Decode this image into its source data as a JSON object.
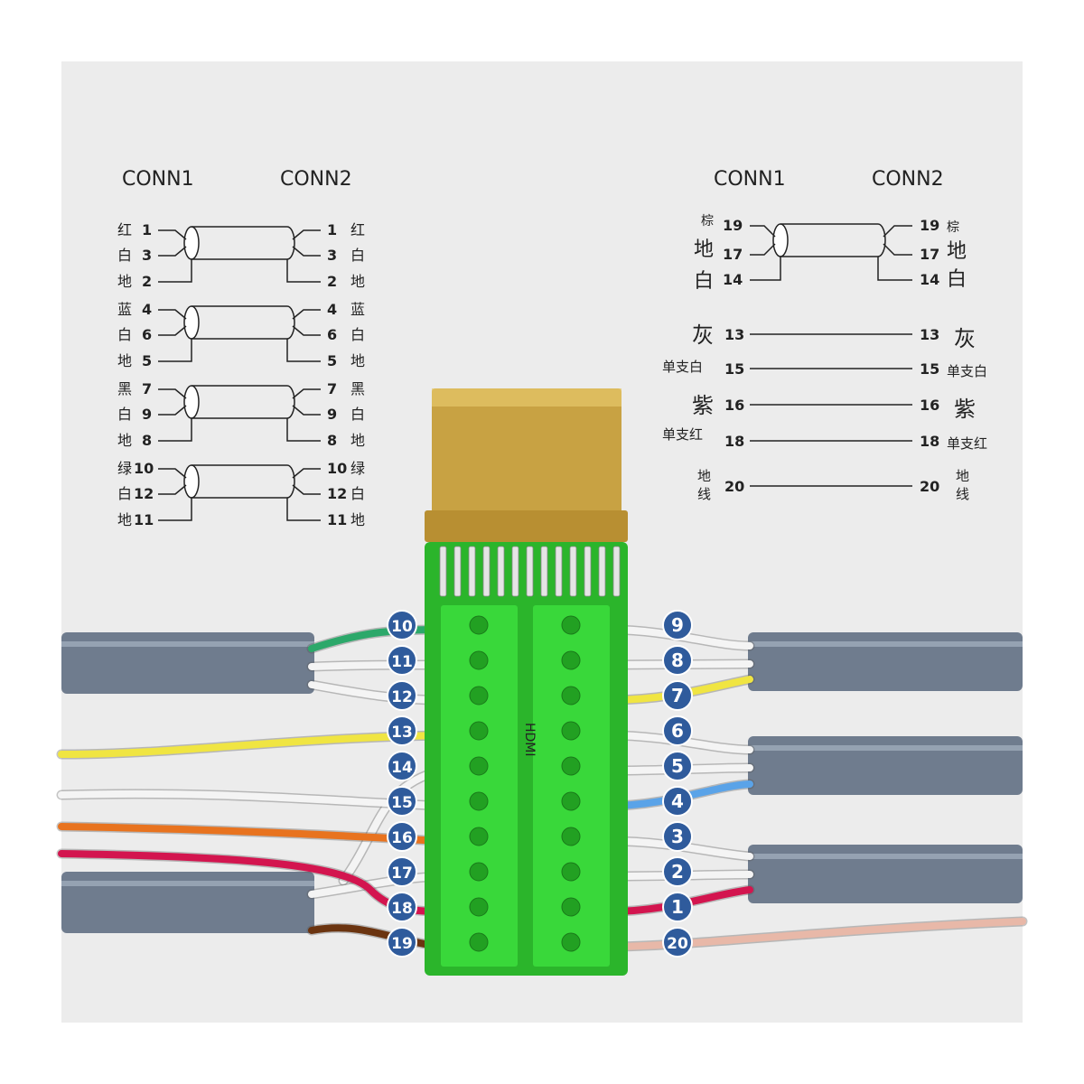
{
  "left_schematic": {
    "header_conn1": "CONN1",
    "header_conn2": "CONN2",
    "pairs": [
      {
        "rows": [
          {
            "num": "1",
            "label": "红"
          },
          {
            "num": "3",
            "label": "白"
          },
          {
            "num": "2",
            "label": "地"
          }
        ]
      },
      {
        "rows": [
          {
            "num": "4",
            "label": "蓝"
          },
          {
            "num": "6",
            "label": "白"
          },
          {
            "num": "5",
            "label": "地"
          }
        ]
      },
      {
        "rows": [
          {
            "num": "7",
            "label": "黑"
          },
          {
            "num": "9",
            "label": "白"
          },
          {
            "num": "8",
            "label": "地"
          }
        ]
      },
      {
        "rows": [
          {
            "num": "10",
            "label": "绿"
          },
          {
            "num": "12",
            "label": "白"
          },
          {
            "num": "11",
            "label": "地"
          }
        ]
      }
    ]
  },
  "right_schematic": {
    "header_conn1": "CONN1",
    "header_conn2": "CONN2",
    "shielded": {
      "left_rows": [
        {
          "num": "19",
          "label": "棕"
        },
        {
          "num": "17",
          "label": "地"
        },
        {
          "num": "14",
          "label": "白"
        }
      ],
      "right_rows": [
        {
          "num": "19",
          "label": "棕"
        },
        {
          "num": "17",
          "label": "地"
        },
        {
          "num": "14",
          "label": "白"
        }
      ]
    },
    "singles": [
      {
        "num": "13",
        "left_label": "灰",
        "right_label": "灰"
      },
      {
        "num": "15",
        "left_label": "单支白",
        "right_label": "单支白"
      },
      {
        "num": "16",
        "left_label": "紫",
        "right_label": "紫"
      },
      {
        "num": "18",
        "left_label": "单支红",
        "right_label": "单支红"
      },
      {
        "num": "20",
        "left_label": "地线",
        "right_label": "地线"
      }
    ]
  },
  "board": {
    "left_pins": [
      "10",
      "11",
      "12",
      "13",
      "14",
      "15",
      "16",
      "17",
      "18",
      "19"
    ],
    "right_pins": [
      "9",
      "8",
      "7",
      "6",
      "5",
      "4",
      "3",
      "2",
      "1",
      "20"
    ],
    "silkscreen": "HDMI",
    "badge_color": "#2f5b9c",
    "pcb_color": "#2bb52b",
    "terminal_color": "#39d83a",
    "plug_color": "#c8a243"
  },
  "wires": {
    "left": [
      {
        "pin": "10",
        "color": "#2ca86a"
      },
      {
        "pin": "11",
        "color": "#f4f4f4"
      },
      {
        "pin": "12",
        "color": "#f4f4f4"
      },
      {
        "pin": "13",
        "color": "#f0e542"
      },
      {
        "pin": "14",
        "color": "#f4f4f4"
      },
      {
        "pin": "15",
        "color": "#f4f4f4"
      },
      {
        "pin": "16",
        "color": "#e8731f"
      },
      {
        "pin": "17",
        "color": "#f4f4f4"
      },
      {
        "pin": "18",
        "color": "#d3154f"
      },
      {
        "pin": "19",
        "color": "#6b3410"
      }
    ],
    "right": [
      {
        "pin": "9",
        "color": "#f4f4f4"
      },
      {
        "pin": "8",
        "color": "#f4f4f4"
      },
      {
        "pin": "7",
        "color": "#f0e542"
      },
      {
        "pin": "6",
        "color": "#f4f4f4"
      },
      {
        "pin": "5",
        "color": "#f4f4f4"
      },
      {
        "pin": "4",
        "color": "#5aa3e8"
      },
      {
        "pin": "3",
        "color": "#f4f4f4"
      },
      {
        "pin": "2",
        "color": "#f4f4f4"
      },
      {
        "pin": "1",
        "color": "#d3154f"
      },
      {
        "pin": "20",
        "color": "#e8b8a8"
      }
    ],
    "cable_color": "#6f7c8e"
  }
}
